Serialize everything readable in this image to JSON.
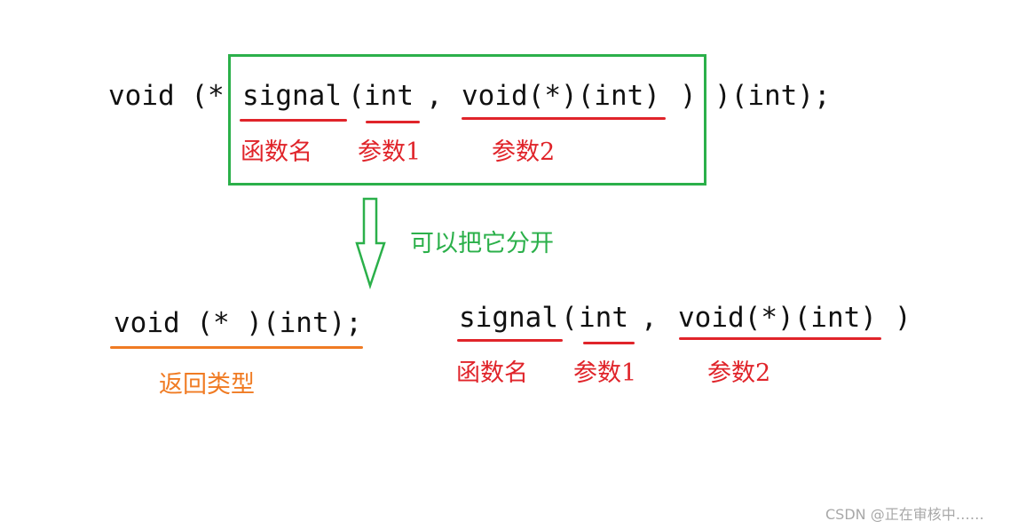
{
  "colors": {
    "code_text": "#111111",
    "annotation_red": "#e0242a",
    "highlight_green": "#2bb04a",
    "return_orange": "#f07b23",
    "watermark_gray": "#a8a8a8"
  },
  "top": {
    "prefix": "void (*",
    "func_name": "signal",
    "open_paren": "(",
    "param1": "int",
    "comma": ",",
    "param2": "void(*)(int)",
    "close_paren": ")",
    "suffix": ")(int);",
    "labels": {
      "func_name": "函数名",
      "param1": "参数1",
      "param2": "参数2"
    }
  },
  "arrow_label": "可以把它分开",
  "bottom_left": {
    "code": "void (* )(int);",
    "label": "返回类型"
  },
  "bottom_right": {
    "func_name": "signal",
    "open_paren": "(",
    "param1": "int",
    "comma": ",",
    "param2": "void(*)(int)",
    "close_paren": ")",
    "labels": {
      "func_name": "函数名",
      "param1": "参数1",
      "param2": "参数2"
    }
  },
  "watermark": "CSDN @正在审核中……"
}
